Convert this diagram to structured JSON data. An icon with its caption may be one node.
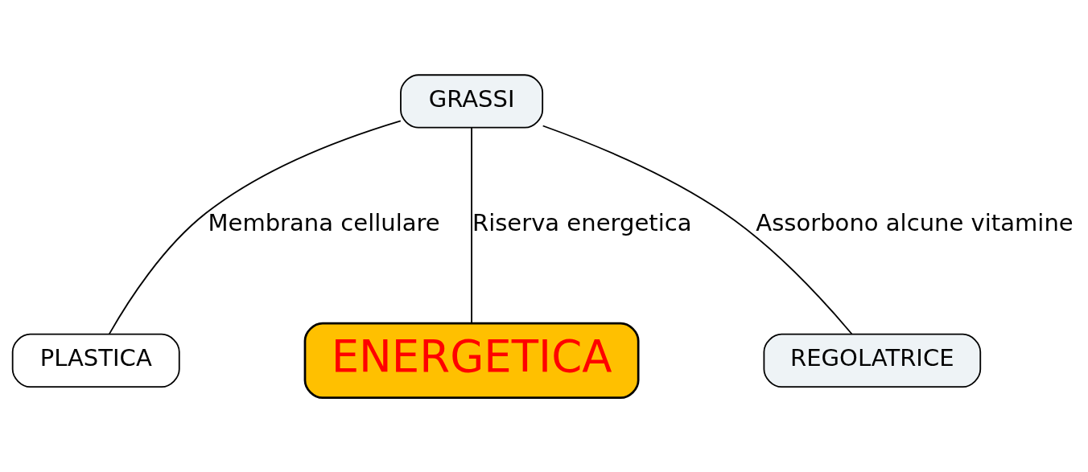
{
  "diagram": {
    "nodes": [
      {
        "text": [
          "GRASSI"
        ]
      },
      {
        "text": [
          "PLASTICA"
        ]
      },
      {
        "text": [
          "ENERGETICA"
        ]
      },
      {
        "text": [
          "REGOLATRICE"
        ]
      }
    ],
    "edges": [
      {
        "from": 0,
        "to": 1,
        "arrow": "none",
        "label": "Membrana cellulare"
      },
      {
        "from": 0,
        "to": 2,
        "arrow": "none",
        "label": "Riserva energetica"
      },
      {
        "from": 0,
        "to": 3,
        "arrow": "none",
        "label": "Assorbono alcune vitamine"
      }
    ]
  }
}
